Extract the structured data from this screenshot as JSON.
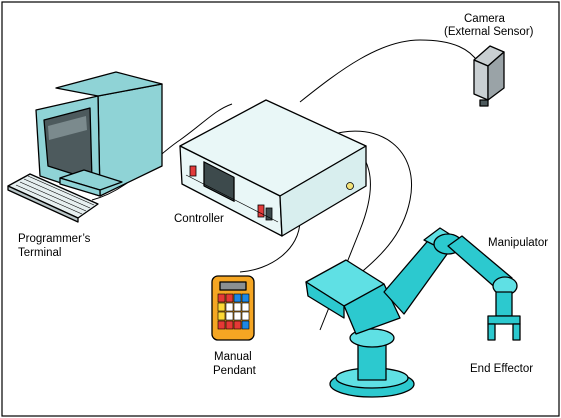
{
  "labels": {
    "camera_line1": "Camera",
    "camera_line2": "(External Sensor)",
    "controller": "Controller",
    "terminal_line1": "Programmer’s",
    "terminal_line2": "Terminal",
    "pendant_line1": "Manual",
    "pendant_line2": "Pendant",
    "manipulator": "Manipulator",
    "end_effector": "End Effector"
  },
  "colors": {
    "terminal": "#8fd3d6",
    "controller": "#e9f7f7",
    "robot": "#2cc9cf",
    "camera": "#c9cfd2",
    "controller_accent": "#e23b3b",
    "pendant": "#f5a623"
  },
  "pendant_keys": [
    [
      "#e53935",
      "#e53935",
      "#1e88e5",
      "#1e88e5"
    ],
    [
      "#fdd835",
      "#ffffff",
      "#ffffff",
      "#ffffff"
    ],
    [
      "#fdd835",
      "#ffffff",
      "#ffffff",
      "#ffffff"
    ],
    [
      "#e53935",
      "#e53935",
      "#e53935",
      "#1e88e5"
    ]
  ]
}
